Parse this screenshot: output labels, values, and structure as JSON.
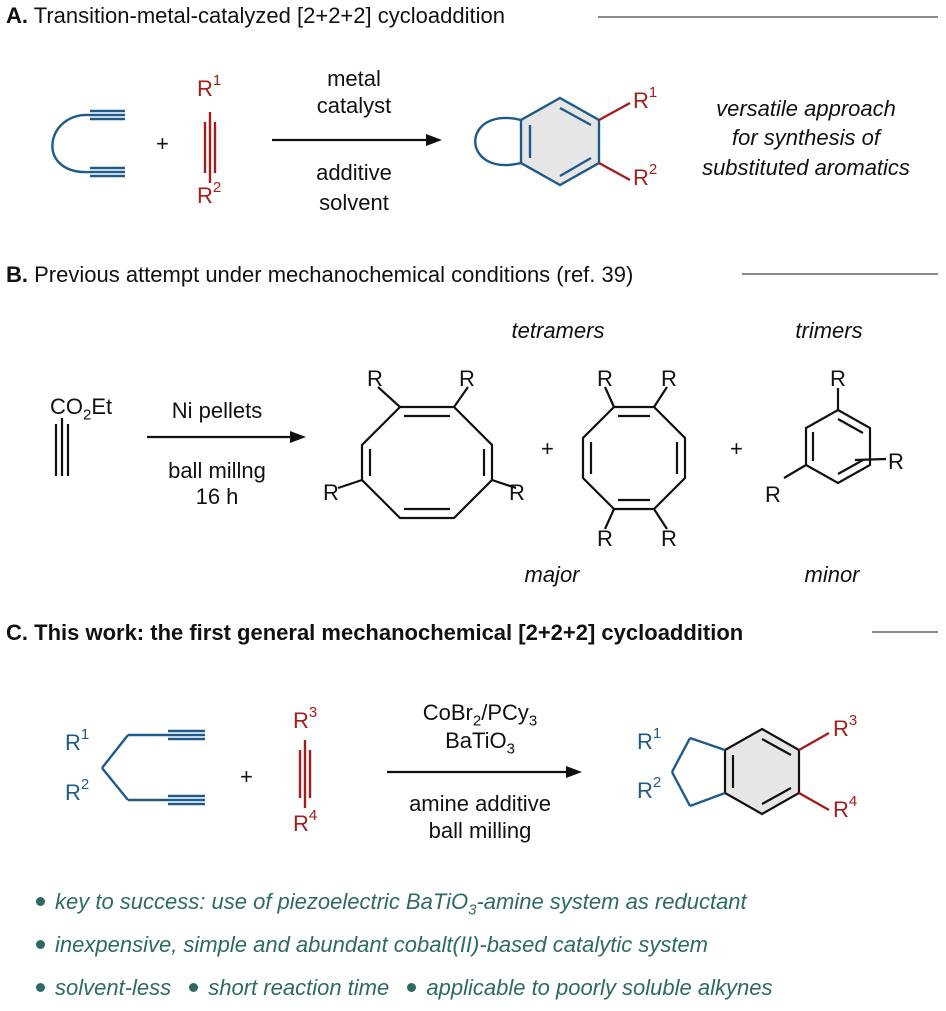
{
  "sectionA": {
    "letter": "A.",
    "title": "Transition-metal-catalyzed [2+2+2] cycloaddition",
    "plus": "+",
    "cond_top1": "metal",
    "cond_top2": "catalyst",
    "cond_bottom1": "additive",
    "cond_bottom2": "solvent",
    "note_line1": "versatile approach",
    "note_line2": "for synthesis of",
    "note_line3": "substituted aromatics",
    "R": "R",
    "R1": "1",
    "R2": "2"
  },
  "sectionB": {
    "letter": "B.",
    "title": "Previous attempt under mechanochemical conditions (ref. 39)",
    "reagent_top": "CO",
    "reagent_sub": "2",
    "reagent_rest": "Et",
    "cond_top": "Ni pellets",
    "cond_bottom1": "ball millng",
    "cond_bottom2": "16 h",
    "tetramers": "tetramers",
    "trimers": "trimers",
    "major": "major",
    "minor": "minor",
    "plus": "+",
    "R": "R"
  },
  "sectionC": {
    "letter": "C.",
    "title": "This work: the first general mechanochemical [2+2+2] cycloaddition",
    "plus": "+",
    "cond_top1_a": "CoBr",
    "cond_top1_sub": "2",
    "cond_top1_b": "/PCy",
    "cond_top1_sub2": "3",
    "cond_top2_a": "BaTiO",
    "cond_top2_sub": "3",
    "cond_bottom1": "amine additive",
    "cond_bottom2": "ball milling",
    "R": "R",
    "R1": "1",
    "R2": "2",
    "R3": "3",
    "R4": "4",
    "bullets": {
      "b1_a": "key to success: use of piezoelectric BaTiO",
      "b1_sub": "3",
      "b1_b": "-amine system as reductant",
      "b2": "inexpensive, simple and abundant cobalt(II)-based catalytic system",
      "b3a": "solvent-less",
      "b3b": "short reaction time",
      "b3c": "applicable to poorly soluble alkynes"
    }
  },
  "colors": {
    "blue": "#1f5a8a",
    "red": "#a31d1d",
    "teal": "#2d6a63",
    "rule": "#8a8a8a"
  }
}
